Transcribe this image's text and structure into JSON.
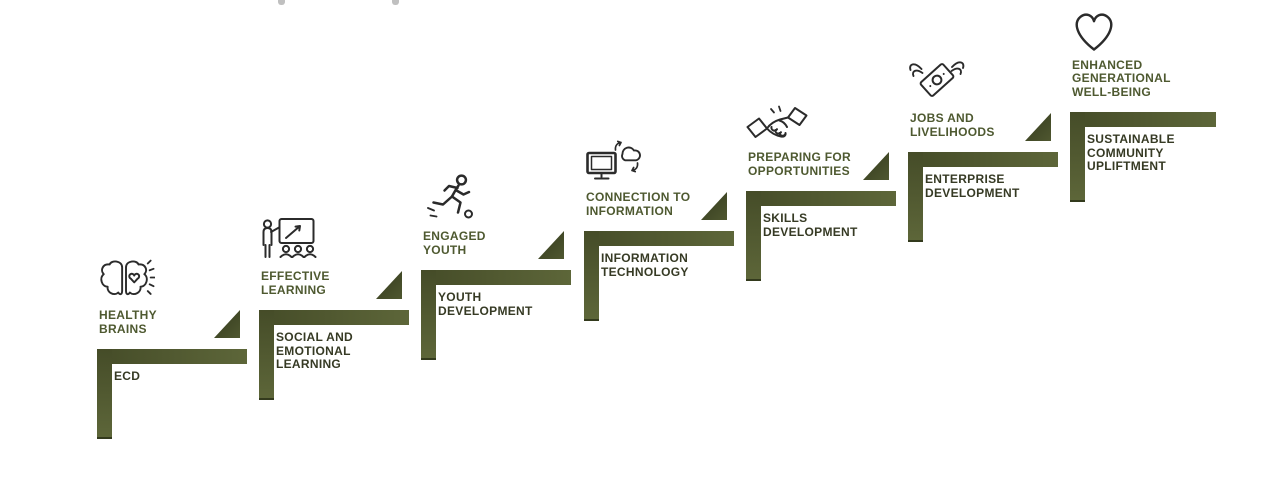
{
  "diagram": {
    "description": "staircase progression of programme steps",
    "colors": {
      "bar_olive_dark": "#454c28",
      "bar_olive_mid": "#4f5730",
      "bar_olive_light": "#5d6639",
      "bar_olive_edge": "#333a1d",
      "title_text": "#4e5930",
      "bar_label_text": "#363a24",
      "icon_stroke": "#2b2b2b",
      "background": "#ffffff"
    },
    "steps": [
      {
        "title": "HEALTHY\nBRAINS",
        "bar_label": "ECD",
        "icon": "brain-heart-icon"
      },
      {
        "title": "EFFECTIVE\nLEARNING",
        "bar_label": "SOCIAL AND\nEMOTIONAL\nLEARNING",
        "icon": "teacher-presentation-icon"
      },
      {
        "title": "ENGAGED\nYOUTH",
        "bar_label": "YOUTH\nDEVELOPMENT",
        "icon": "running-person-icon"
      },
      {
        "title": "CONNECTION TO\nINFORMATION",
        "bar_label": "INFORMATION\nTECHNOLOGY",
        "icon": "computer-cloud-sync-icon"
      },
      {
        "title": "PREPARING FOR\nOPPORTUNITIES",
        "bar_label": "SKILLS\nDEVELOPMENT",
        "icon": "handshake-icon"
      },
      {
        "title": "JOBS AND\nLIVELIHOODS",
        "bar_label": "ENTERPRISE\nDEVELOPMENT",
        "icon": "winged-money-icon"
      },
      {
        "title": "ENHANCED\nGENERATIONAL\nWELL-BEING",
        "bar_label": "SUSTAINABLE\nCOMMUNITY\nUPLIFTMENT",
        "icon": "heart-icon"
      }
    ]
  }
}
